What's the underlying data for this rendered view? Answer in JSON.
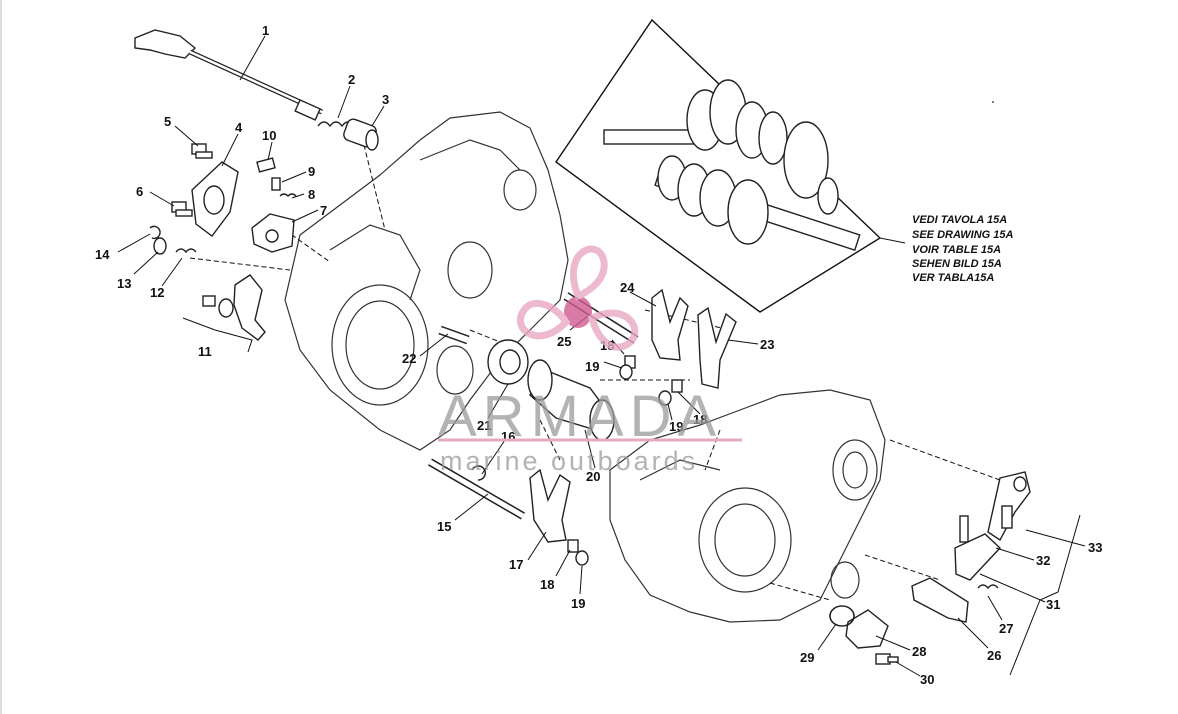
{
  "diagram": {
    "parts": [
      {
        "num": "1"
      },
      {
        "num": "2"
      },
      {
        "num": "3"
      },
      {
        "num": "4"
      },
      {
        "num": "5"
      },
      {
        "num": "6"
      },
      {
        "num": "7"
      },
      {
        "num": "8"
      },
      {
        "num": "9"
      },
      {
        "num": "10"
      },
      {
        "num": "11"
      },
      {
        "num": "12"
      },
      {
        "num": "13"
      },
      {
        "num": "14"
      },
      {
        "num": "15"
      },
      {
        "num": "16"
      },
      {
        "num": "17"
      },
      {
        "num": "18"
      },
      {
        "num": "18"
      },
      {
        "num": "18"
      },
      {
        "num": "19"
      },
      {
        "num": "19"
      },
      {
        "num": "19"
      },
      {
        "num": "20"
      },
      {
        "num": "21"
      },
      {
        "num": "22"
      },
      {
        "num": "23"
      },
      {
        "num": "24"
      },
      {
        "num": "25"
      },
      {
        "num": "26"
      },
      {
        "num": "27"
      },
      {
        "num": "28"
      },
      {
        "num": "29"
      },
      {
        "num": "30"
      },
      {
        "num": "31"
      },
      {
        "num": "32"
      },
      {
        "num": "33"
      }
    ],
    "reference_note": [
      "VEDI TAVOLA 15A",
      "SEE DRAWING 15A",
      "VOIR TABLE 15A",
      "SEHEN BILD 15A",
      "VER TABLA15A"
    ]
  },
  "watermark": {
    "brand": "ARMADA",
    "tagline": "marine outboards",
    "color": "#e8a8c4"
  }
}
